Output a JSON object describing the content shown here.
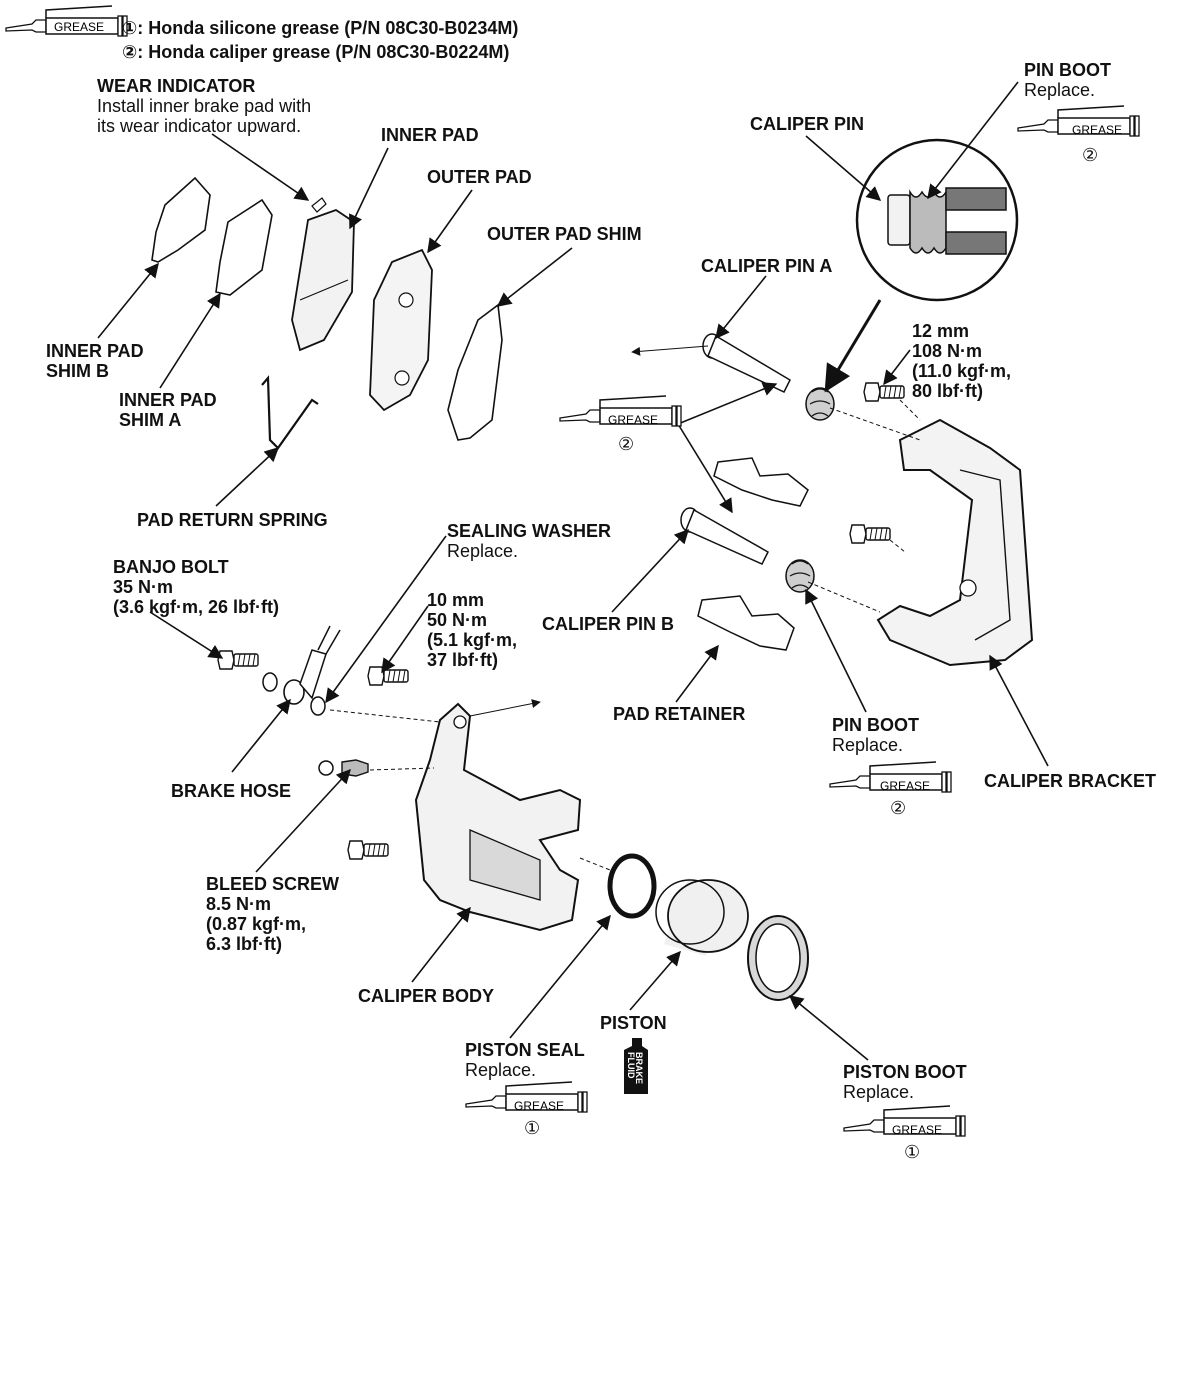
{
  "legend": {
    "icon_text": "GREASE",
    "line1_num": "①",
    "line1_text": ": Honda silicone grease (P/N 08C30-B0234M)",
    "line2_num": "②",
    "line2_text": ": Honda caliper grease (P/N 08C30-B0224M)"
  },
  "labels": {
    "wear_indicator": {
      "title": "WEAR INDICATOR",
      "line1": "Install inner brake pad with",
      "line2": "its wear indicator upward."
    },
    "inner_pad": "INNER PAD",
    "outer_pad": "OUTER PAD",
    "outer_pad_shim": "OUTER PAD SHIM",
    "inner_pad_shim_b": {
      "line1": "INNER PAD",
      "line2": "SHIM B"
    },
    "inner_pad_shim_a": {
      "line1": "INNER PAD",
      "line2": "SHIM A"
    },
    "pad_return_spring": "PAD RETURN SPRING",
    "caliper_pin": "CALIPER PIN",
    "pin_boot_top": {
      "title": "PIN BOOT",
      "note": "Replace."
    },
    "caliper_pin_a": "CALIPER PIN A",
    "bolt_12mm": {
      "line1": "12 mm",
      "line2": "108 N·m",
      "line3": "(11.0 kgf·m,",
      "line4": "80 lbf·ft)"
    },
    "sealing_washer": {
      "title": "SEALING WASHER",
      "note": "Replace."
    },
    "banjo_bolt": {
      "line1": "BANJO BOLT",
      "line2": "35 N·m",
      "line3": "(3.6 kgf·m, 26 lbf·ft)"
    },
    "bolt_10mm": {
      "line1": "10 mm",
      "line2": "50 N·m",
      "line3": "(5.1 kgf·m,",
      "line4": "37 lbf·ft)"
    },
    "caliper_pin_b": "CALIPER PIN B",
    "pad_retainer": "PAD RETAINER",
    "pin_boot_bottom": {
      "title": "PIN BOOT",
      "note": "Replace."
    },
    "caliper_bracket": "CALIPER BRACKET",
    "brake_hose": "BRAKE HOSE",
    "bleed_screw": {
      "line1": "BLEED SCREW",
      "line2": "8.5 N·m",
      "line3": "(0.87 kgf·m,",
      "line4": "6.3 lbf·ft)"
    },
    "caliper_body": "CALIPER BODY",
    "piston": "PISTON",
    "piston_seal": {
      "title": "PISTON SEAL",
      "note": "Replace."
    },
    "piston_boot": {
      "title": "PISTON BOOT",
      "note": "Replace."
    }
  },
  "grease_marks": {
    "pin_boot_top": "②",
    "caliper_pins": "②",
    "pin_boot_bottom": "②",
    "piston_seal": "①",
    "piston_boot": "①"
  },
  "brake_fluid_icon": {
    "line1": "BRAKE",
    "line2": "FLUID"
  }
}
